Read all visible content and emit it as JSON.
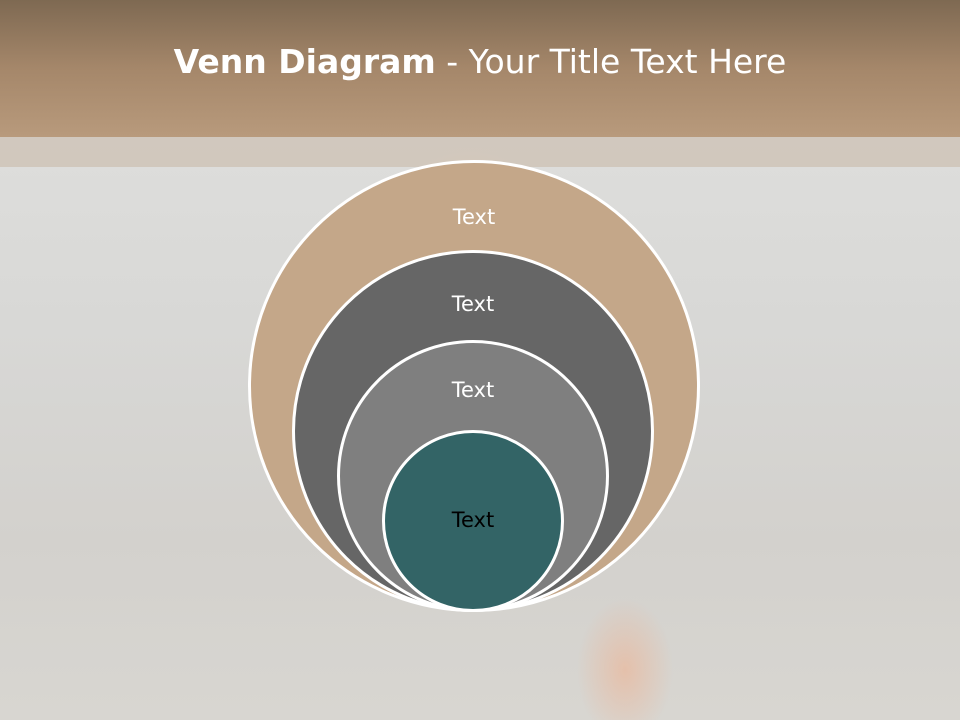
{
  "header": {
    "title_bold": "Venn Diagram",
    "title_rest": " - Your Title Text Here"
  },
  "diagram": {
    "layers": [
      {
        "label": "Text",
        "color": "#c4a789"
      },
      {
        "label": "Text",
        "color": "#666666"
      },
      {
        "label": "Text",
        "color": "#7f7f7f"
      },
      {
        "label": "Text",
        "color": "#336466"
      }
    ]
  },
  "colors": {
    "header": "#a5876a",
    "title_text": "#ffffff",
    "inner_label": "#000000"
  }
}
